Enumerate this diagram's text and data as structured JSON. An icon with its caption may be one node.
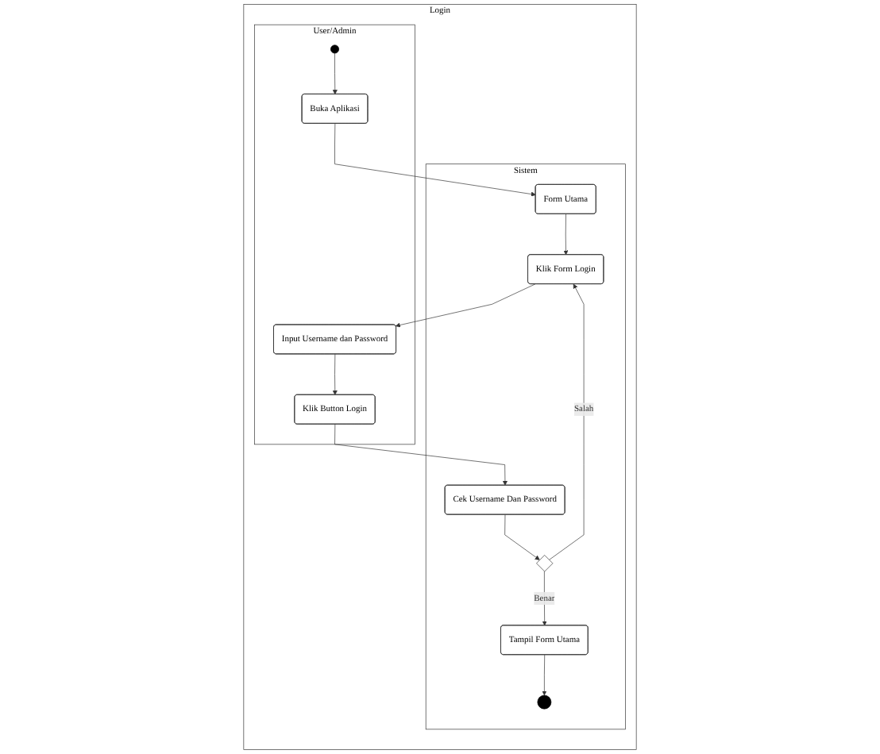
{
  "diagram": {
    "nodes": [
      {
        "text": [
          "Login"
        ]
      },
      {
        "text": [
          "User/Admin"
        ],
        "in": 0
      },
      {
        "text": [
          "Sistem"
        ],
        "in": 0
      },
      {
        "text": [],
        "shape": "circle",
        "in": 1
      },
      {
        "text": [
          "Buka Aplikasi"
        ],
        "in": 1
      },
      {
        "text": [
          "Input Username dan Password"
        ],
        "in": 1
      },
      {
        "text": [
          "Klik Button Login"
        ],
        "in": 1
      },
      {
        "text": [
          "Form Utama"
        ],
        "in": 2
      },
      {
        "text": [
          "Klik Form Login"
        ],
        "in": 2
      },
      {
        "text": [
          "Cek Username Dan Password"
        ],
        "in": 2
      },
      {
        "text": [],
        "shape": "diamond",
        "in": 2
      },
      {
        "text": [
          "Tampil Form Utama"
        ],
        "in": 2
      },
      {
        "text": [],
        "shape": "bullseye",
        "in": 2
      }
    ],
    "edges": [
      {
        "from": 3,
        "to": 4,
        "arrow": "to"
      },
      {
        "from": 4,
        "to": 7,
        "arrow": "to"
      },
      {
        "from": 7,
        "to": 8,
        "arrow": "to"
      },
      {
        "from": 8,
        "to": 5,
        "arrow": "to"
      },
      {
        "from": 5,
        "to": 6,
        "arrow": "to"
      },
      {
        "from": 6,
        "to": 9,
        "arrow": "to"
      },
      {
        "from": 9,
        "to": 10,
        "arrow": "to"
      },
      {
        "from": 10,
        "to": 8,
        "arrow": "to",
        "label": "Salah"
      },
      {
        "from": 10,
        "to": 11,
        "arrow": "to",
        "label": "Benar"
      },
      {
        "from": 11,
        "to": 12,
        "arrow": "to"
      }
    ]
  }
}
